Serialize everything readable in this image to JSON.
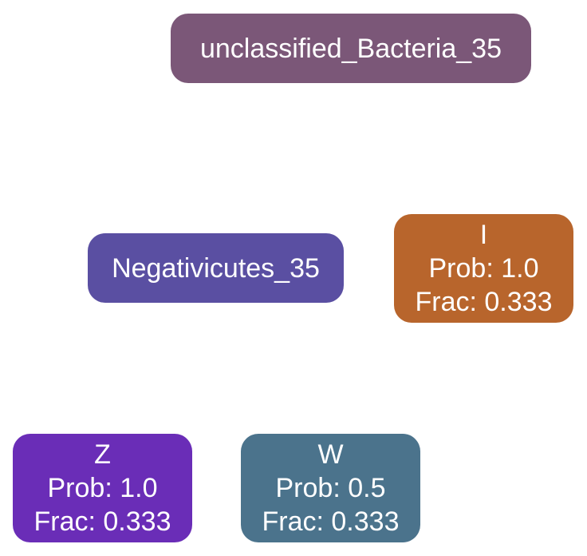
{
  "nodes": {
    "root": {
      "label": "unclassified_Bacteria_35",
      "color": "#7b5778"
    },
    "negativicutes": {
      "label": "Negativicutes_35",
      "color": "#5a4fa2"
    },
    "leaf_i": {
      "name": "I",
      "prob": "Prob: 1.0",
      "frac": "Frac: 0.333",
      "color": "#b8652c"
    },
    "leaf_z": {
      "name": "Z",
      "prob": "Prob: 1.0",
      "frac": "Frac: 0.333",
      "color": "#6a2db7"
    },
    "leaf_w": {
      "name": "W",
      "prob": "Prob: 0.5",
      "frac": "Frac: 0.333",
      "color": "#4b738c"
    }
  }
}
